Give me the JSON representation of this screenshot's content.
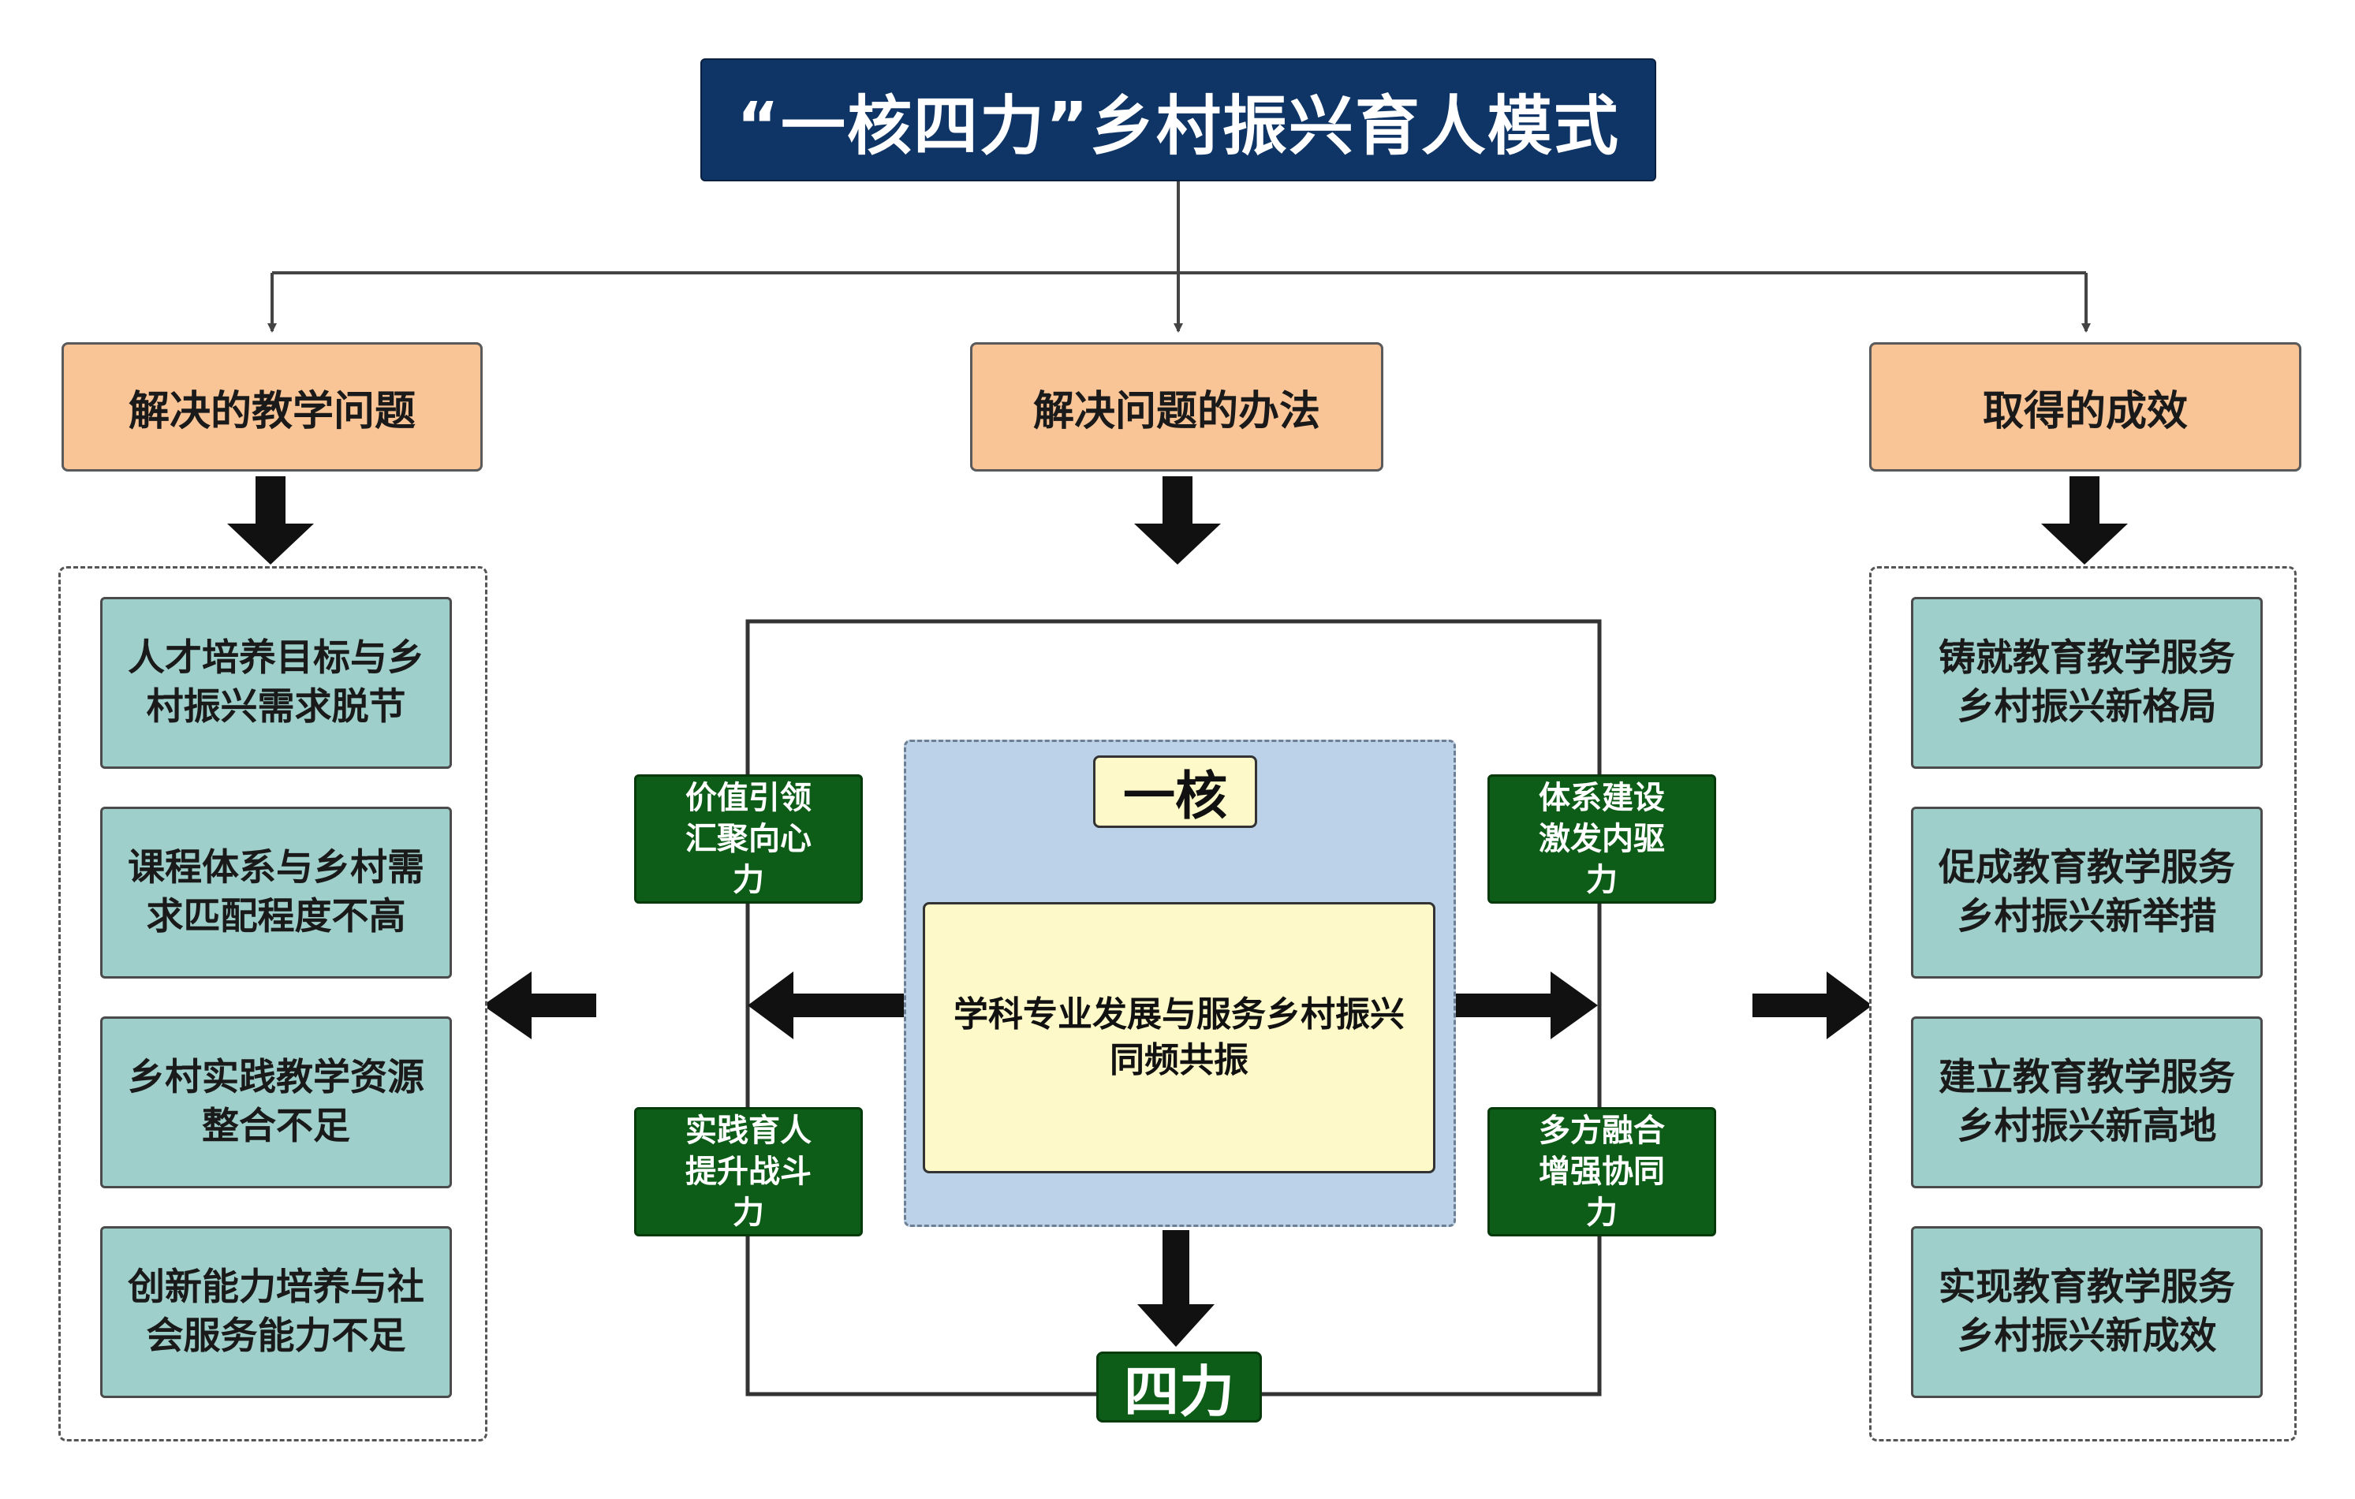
{
  "title": "“一核四力”乡村振兴育人模式",
  "headers": {
    "left": "解决的教学问题",
    "middle": "解决问题的办法",
    "right": "取得的成效"
  },
  "problems": [
    "人才培养目标与乡村振兴需求脱节",
    "课程体系与乡村需求匹配程度不高",
    "乡村实践教学资源整合不足",
    "创新能力培养与社会服务能力不足"
  ],
  "results": [
    "铸就教育教学服务乡村振兴新格局",
    "促成教育教学服务乡村振兴新举措",
    "建立教育教学服务乡村振兴新高地",
    "实现教育教学服务乡村振兴新成效"
  ],
  "core": {
    "label": "一核",
    "text": "学科专业发展与服务乡村振兴同频共振"
  },
  "forces": {
    "label": "四力",
    "top_left": "价值引领汇聚向心力",
    "top_right": "体系建设激发内驱力",
    "bottom_left": "实践育人提升战斗力",
    "bottom_right": "多方融合增强协同力"
  },
  "colors": {
    "title_bg": "#0f3566",
    "header_bg": "#f9c496",
    "item_bg": "#9fcfca",
    "center_bg": "#f6ecc3",
    "core_bg": "#bcd2e8",
    "core_label_bg": "#fdf9c8",
    "force_bg": "#0d5c18"
  }
}
